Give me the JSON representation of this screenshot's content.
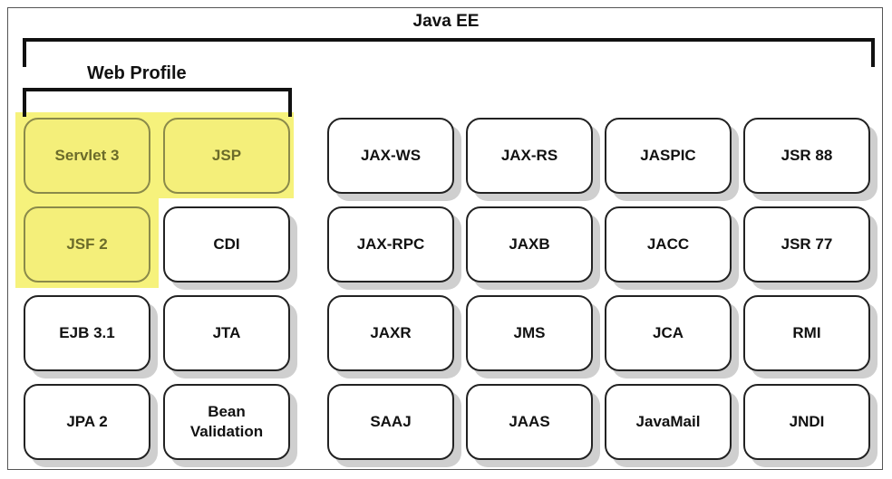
{
  "diagram": {
    "title": "Java EE",
    "web_profile_title": "Web Profile",
    "left_grid": [
      {
        "label": "Servlet 3",
        "highlighted": true
      },
      {
        "label": "JSP",
        "highlighted": true
      },
      {
        "label": "JSF 2",
        "highlighted": true
      },
      {
        "label": "CDI",
        "highlighted": false
      },
      {
        "label": "EJB 3.1",
        "highlighted": false
      },
      {
        "label": "JTA",
        "highlighted": false
      },
      {
        "label": "JPA 2",
        "highlighted": false
      },
      {
        "label": "Bean\nValidation",
        "highlighted": false
      }
    ],
    "right_grid": [
      "JAX-WS",
      "JAX-RS",
      "JASPIC",
      "JSR 88",
      "JAX-RPC",
      "JAXB",
      "JACC",
      "JSR 77",
      "JAXR",
      "JMS",
      "JCA",
      "RMI",
      "SAAJ",
      "JAAS",
      "JavaMail",
      "JNDI"
    ],
    "colors": {
      "highlight": "#f6f27c",
      "box_border": "#222222",
      "shadow": "#cfcfcf"
    }
  }
}
